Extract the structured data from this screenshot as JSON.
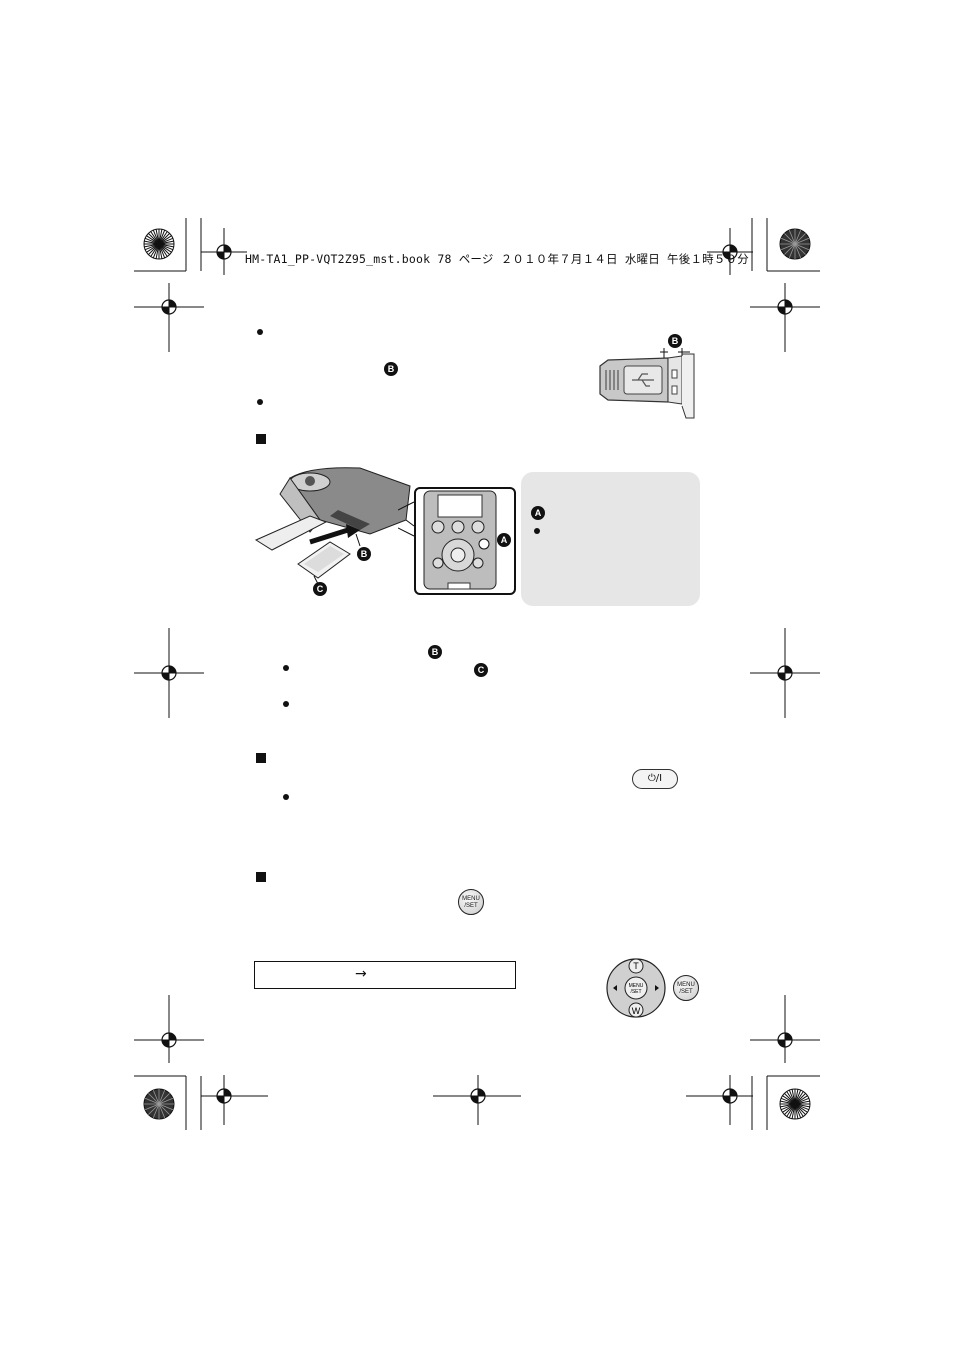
{
  "header": {
    "running_head": "HM-TA1_PP-VQT2Z95_mst.book  78 ページ  ２０１０年７月１４日  水曜日  午後１時５０分"
  },
  "markers": {
    "a": "A",
    "b": "B",
    "c": "C"
  },
  "buttons": {
    "power_label": "⏻/I",
    "menu_line1": "MENU",
    "menu_line2": "/SET",
    "dial_top": "T",
    "dial_bottom": "W"
  },
  "nav_box": {
    "arrow": "→"
  },
  "icons": {
    "registration_mark": "crosshair-circle-icon",
    "color_target": "starburst-icon",
    "usb": "usb-icon"
  },
  "colors": {
    "note_background": "#e6e6e6",
    "text": "#111111"
  }
}
